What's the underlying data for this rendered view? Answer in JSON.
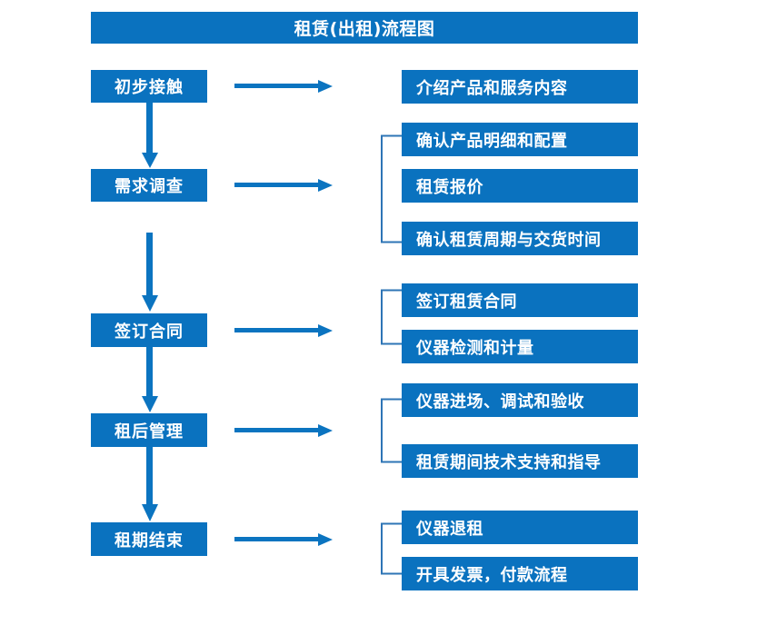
{
  "title": "租赁(出租)流程图",
  "colors": {
    "box_blue": "#0A72BF",
    "arrow_blue": "#0B74C0",
    "bracket_blue": "#2E75B6",
    "text_white": "#FFFFFF",
    "background": "#FFFFFF"
  },
  "stages": [
    {
      "id": "stage-1",
      "label": "初步接触"
    },
    {
      "id": "stage-2",
      "label": "需求调查"
    },
    {
      "id": "stage-3",
      "label": "签订合同"
    },
    {
      "id": "stage-4",
      "label": "租后管理"
    },
    {
      "id": "stage-5",
      "label": "租期结束"
    }
  ],
  "details": [
    {
      "id": "detail-1-1",
      "label": "介绍产品和服务内容"
    },
    {
      "id": "detail-2-1",
      "label": "确认产品明细和配置"
    },
    {
      "id": "detail-2-2",
      "label": "租赁报价"
    },
    {
      "id": "detail-2-3",
      "label": "确认租赁周期与交货时间"
    },
    {
      "id": "detail-3-1",
      "label": "签订租赁合同"
    },
    {
      "id": "detail-3-2",
      "label": "仪器检测和计量"
    },
    {
      "id": "detail-4-1",
      "label": "仪器进场、调试和验收"
    },
    {
      "id": "detail-4-2",
      "label": "租赁期间技术支持和指导"
    },
    {
      "id": "detail-5-1",
      "label": "仪器退租"
    },
    {
      "id": "detail-5-2",
      "label": "开具发票，付款流程"
    }
  ],
  "connectors": {
    "horizontal_arrow_count": 5,
    "vertical_arrow_count": 4,
    "bracket_count": 4
  }
}
